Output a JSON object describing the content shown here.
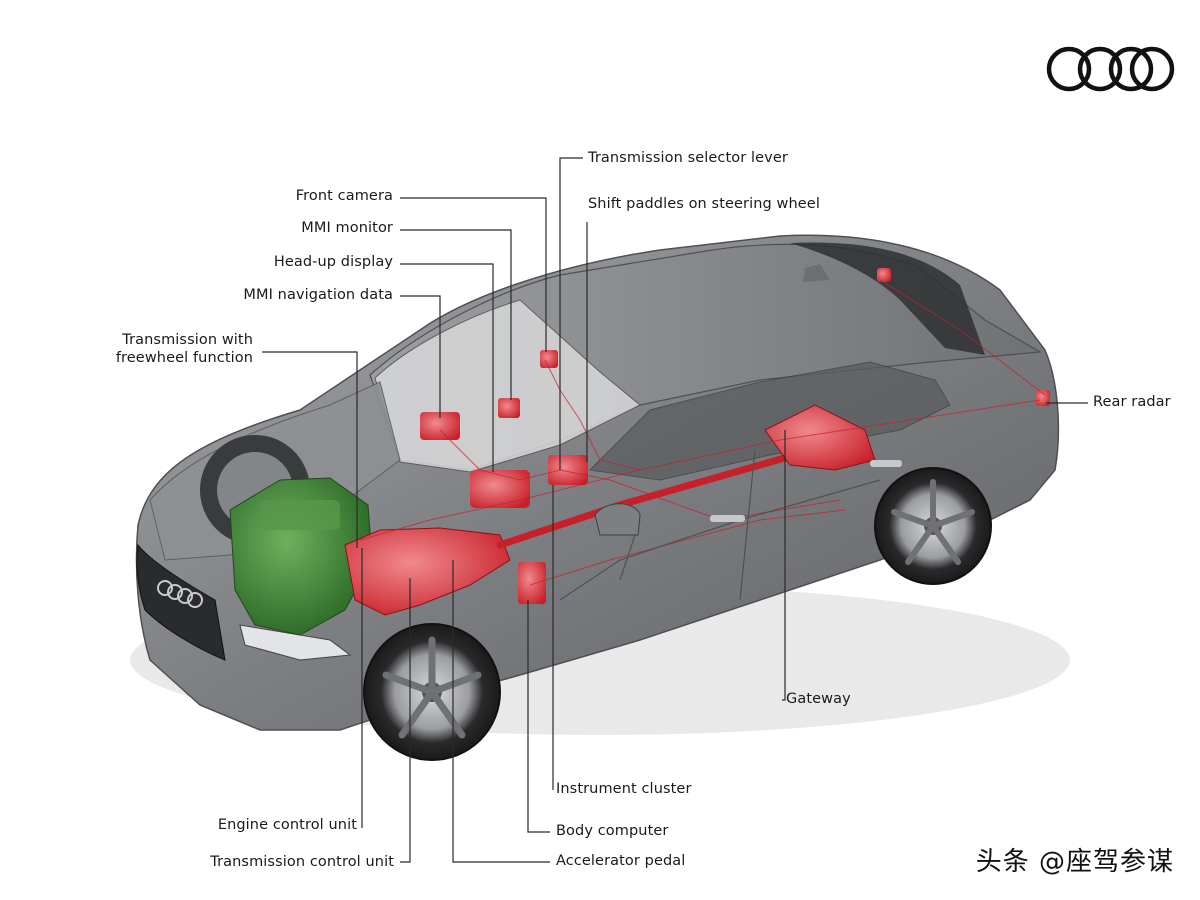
{
  "brand": {
    "logo_icon": "four-rings-logo-icon"
  },
  "labels": {
    "transmission_selector_lever": "Transmission selector lever",
    "shift_paddles": "Shift paddles on steering wheel",
    "front_camera": "Front camera",
    "mmi_monitor": "MMI monitor",
    "head_up_display": "Head-up display",
    "mmi_navigation_data": "MMI navigation data",
    "transmission_freewheel": "Transmission with freewheel function",
    "rear_radar": "Rear radar",
    "gateway": "Gateway",
    "instrument_cluster": "Instrument cluster",
    "engine_control_unit": "Engine control unit",
    "body_computer": "Body computer",
    "transmission_control_unit": "Transmission control unit",
    "accelerator_pedal": "Accelerator pedal"
  },
  "watermark": "头条 @座驾参谋",
  "colors": {
    "car_body": "#8a8c8f",
    "highlight_red": "#c8202a",
    "engine_green": "#3f8a3a",
    "leader_line": "#2a2a2a"
  }
}
